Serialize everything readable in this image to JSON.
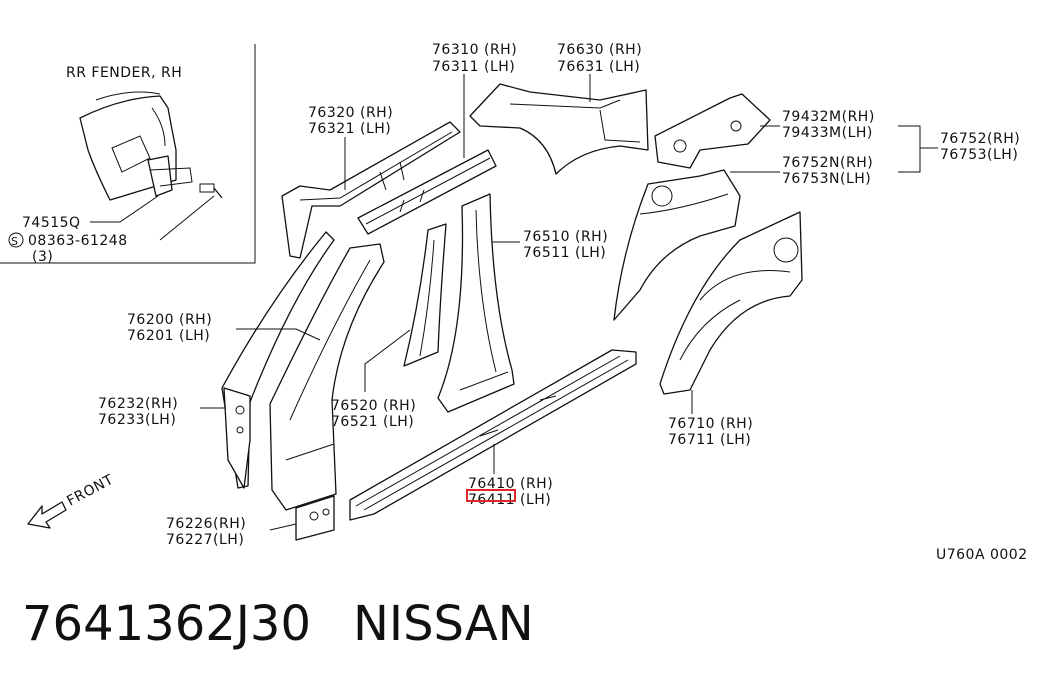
{
  "inset": {
    "title": "RR FENDER, RH",
    "part_clip": "74515Q",
    "part_bolt": "08363-61248",
    "bolt_qty": "(3)",
    "bolt_symbol": "S"
  },
  "labels": {
    "p76310": "76310 (RH)",
    "p76311": "76311 (LH)",
    "p76630": "76630 (RH)",
    "p76631": "76631 (LH)",
    "p76320": "76320 (RH)",
    "p76321": "76321 (LH)",
    "p79432": "79432M(RH)",
    "p79433": "79433M(LH)",
    "p76752": "76752(RH)",
    "p76753": "76753(LH)",
    "p76752n": "76752N(RH)",
    "p76753n": "76753N(LH)",
    "p76510": "76510 (RH)",
    "p76511": "76511 (LH)",
    "p76200": "76200 (RH)",
    "p76201": "76201 (LH)",
    "p76232": "76232(RH)",
    "p76233": "76233(LH)",
    "p76520": "76520 (RH)",
    "p76521": "76521 (LH)",
    "p76710": "76710 (RH)",
    "p76711": "76711 (LH)",
    "p76410": "76410 (RH)",
    "p76411": "76411 (LH)",
    "p76226": "76226(RH)",
    "p76227": "76227(LH)"
  },
  "front_label": "FRONT",
  "diagram_code": "U760A 0002",
  "caption": {
    "part_number": "7641362J30",
    "brand": "NISSAN"
  },
  "highlight_color": "#e0262a"
}
